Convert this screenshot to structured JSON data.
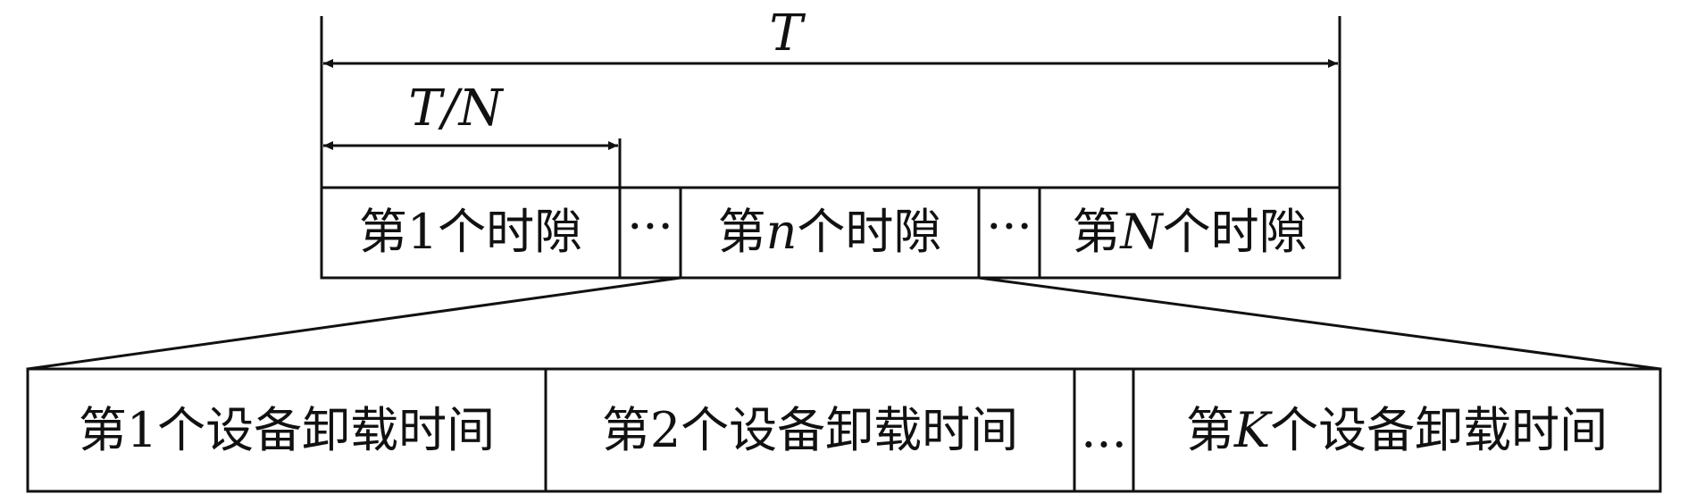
{
  "dimensions": {
    "total_period": "T",
    "slot_length": "T/N"
  },
  "time_slots": [
    {
      "prefix": "第",
      "index": "1",
      "index_italic": false,
      "suffix": "个时隙"
    },
    {
      "ellipsis": "···"
    },
    {
      "prefix": "第",
      "index": "n",
      "index_italic": true,
      "suffix": "个时隙"
    },
    {
      "ellipsis": "···"
    },
    {
      "prefix": "第",
      "index": "N",
      "index_italic": true,
      "suffix": "个时隙"
    }
  ],
  "offload_periods": [
    {
      "prefix": "第",
      "index": "1",
      "index_italic": false,
      "suffix": "个设备卸载时间"
    },
    {
      "prefix": "第",
      "index": "2",
      "index_italic": false,
      "suffix": "个设备卸载时间"
    },
    {
      "ellipsis": "..."
    },
    {
      "prefix": "第",
      "index": "K",
      "index_italic": true,
      "suffix": "个设备卸载时间"
    }
  ]
}
